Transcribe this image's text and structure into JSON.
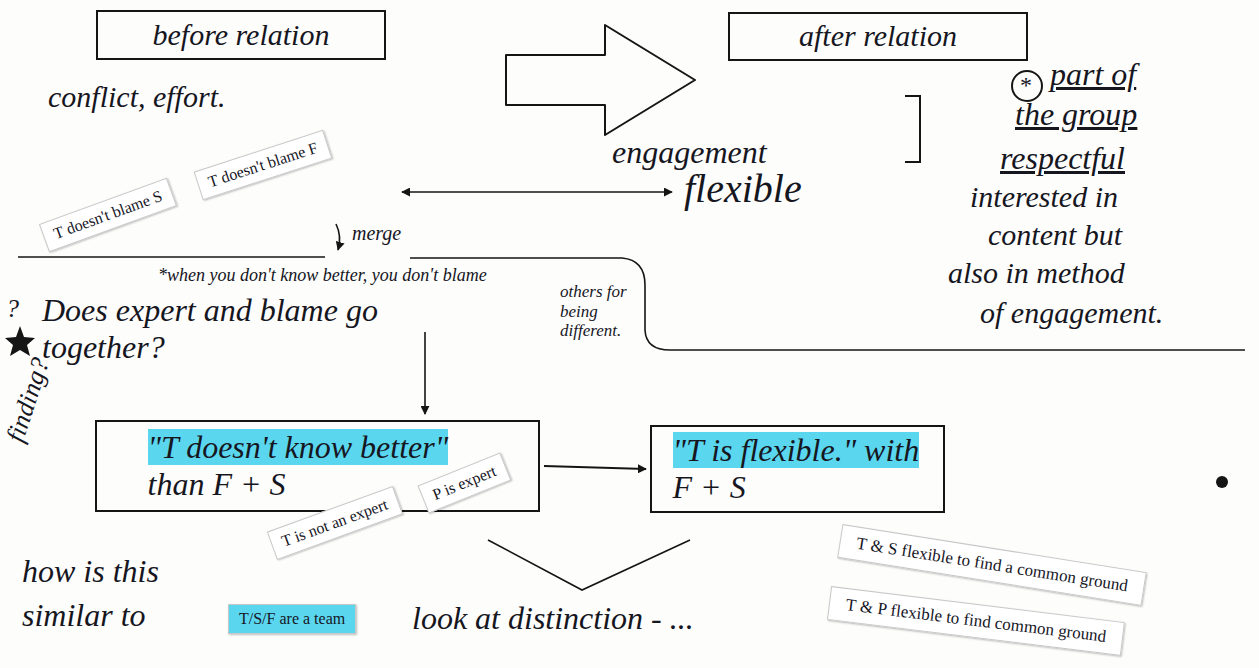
{
  "diagram": {
    "nodes": [
      {
        "text": [
          "before relation"
        ]
      },
      {
        "text": [
          "after relation"
        ]
      },
      {
        "text": [
          "\"T doesn't know better\" than F + S"
        ]
      },
      {
        "text": [
          "\"T is flexible.\" with F + S"
        ]
      }
    ],
    "edges": [
      {
        "from": 0,
        "to": 1,
        "arrow": "to"
      },
      {
        "from": 2,
        "to": 3,
        "arrow": "to"
      }
    ],
    "labels": [
      "conflict, effort.",
      "T doesn't blame S",
      "T doesn't blame F",
      "engagement",
      "*",
      "part of",
      "the group",
      "flexible",
      "respectful",
      "interested in",
      "content but",
      "also in method",
      "of engagement.",
      "merge",
      "*when you don't know better, you don't blame",
      "others for being different.",
      "Does expert and blame go together?",
      "?",
      "finding?",
      "T is not an expert",
      "P is expert",
      "T & S flexible to find a common ground",
      "T & P flexible to find common ground",
      "how is this",
      "similar to",
      "T/S/F are a team",
      "look at distinction - ..."
    ]
  }
}
